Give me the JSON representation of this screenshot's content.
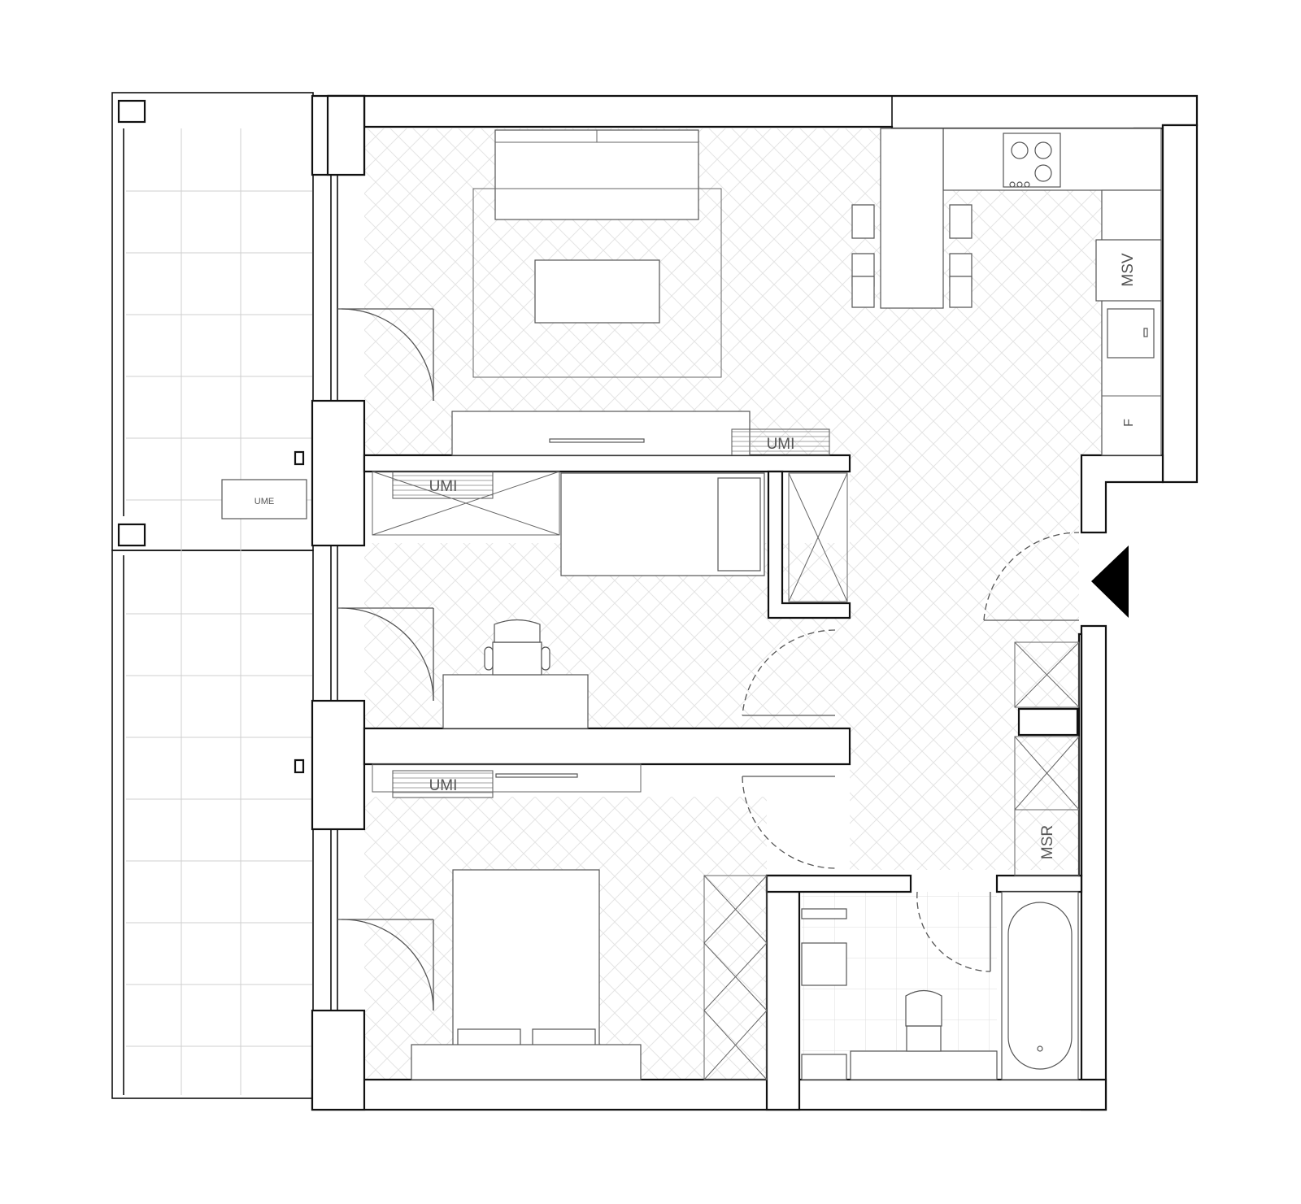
{
  "plan": {
    "labels": {
      "msv": "MSV",
      "f": "F",
      "msr": "MSR",
      "ume": "UME",
      "umi_living": "UMI",
      "umi_study": "UMI",
      "umi_bedroom": "UMI"
    },
    "icons": {
      "entrance": "entrance-arrow-icon"
    },
    "colors": {
      "wall_stroke": "#111111",
      "furniture_stroke": "#555555",
      "floor_pattern": "#e4e4e4",
      "balcony_grid": "#cfcfcf",
      "background": "#ffffff"
    }
  }
}
